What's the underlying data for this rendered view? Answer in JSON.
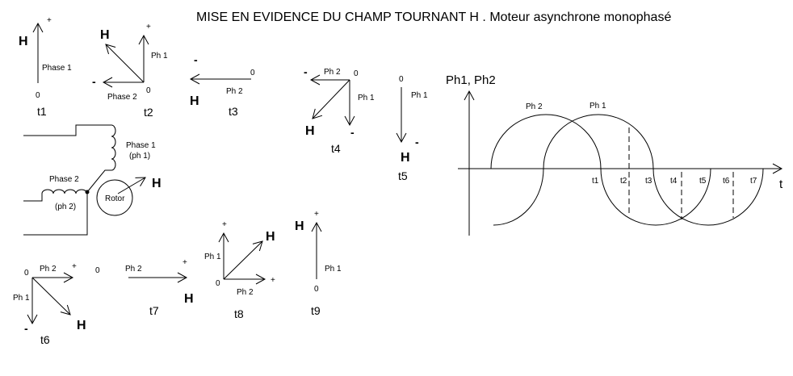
{
  "title": "MISE EN EVIDENCE DU CHAMP TOURNANT H . Moteur asynchrone monophasé",
  "symbols": {
    "H": "H",
    "plus": "+",
    "minus": "-",
    "zero": "0"
  },
  "vectors": {
    "t1": {
      "label": "t1",
      "phase": "Phase 1"
    },
    "t2": {
      "label": "t2",
      "ph1": "Ph 1",
      "phase2": "Phase 2"
    },
    "t3": {
      "label": "t3",
      "ph2": "Ph 2"
    },
    "t4": {
      "label": "t4",
      "ph1": "Ph 1",
      "ph2": "Ph 2"
    },
    "t5": {
      "label": "t5",
      "ph1": "Ph 1"
    },
    "t6": {
      "label": "t6",
      "ph1": "Ph 1",
      "ph2": "Ph 2"
    },
    "t7": {
      "label": "t7",
      "ph2": "Ph 2"
    },
    "t8": {
      "label": "t8",
      "ph1": "Ph 1",
      "ph2": "Ph 2"
    },
    "t9": {
      "label": "t9",
      "ph1": "Ph 1"
    }
  },
  "circuit": {
    "phase1": "Phase 1",
    "ph1": "(ph 1)",
    "phase2": "Phase 2",
    "ph2": "(ph 2)",
    "rotor": "Rotor"
  },
  "graph": {
    "ylabel": "Ph1, Ph2",
    "xlabel": "t",
    "curve_ph2": "Ph 2",
    "curve_ph1": "Ph 1",
    "ticks": [
      "t1",
      "t2",
      "t3",
      "t4",
      "t5",
      "t6",
      "t7"
    ]
  }
}
